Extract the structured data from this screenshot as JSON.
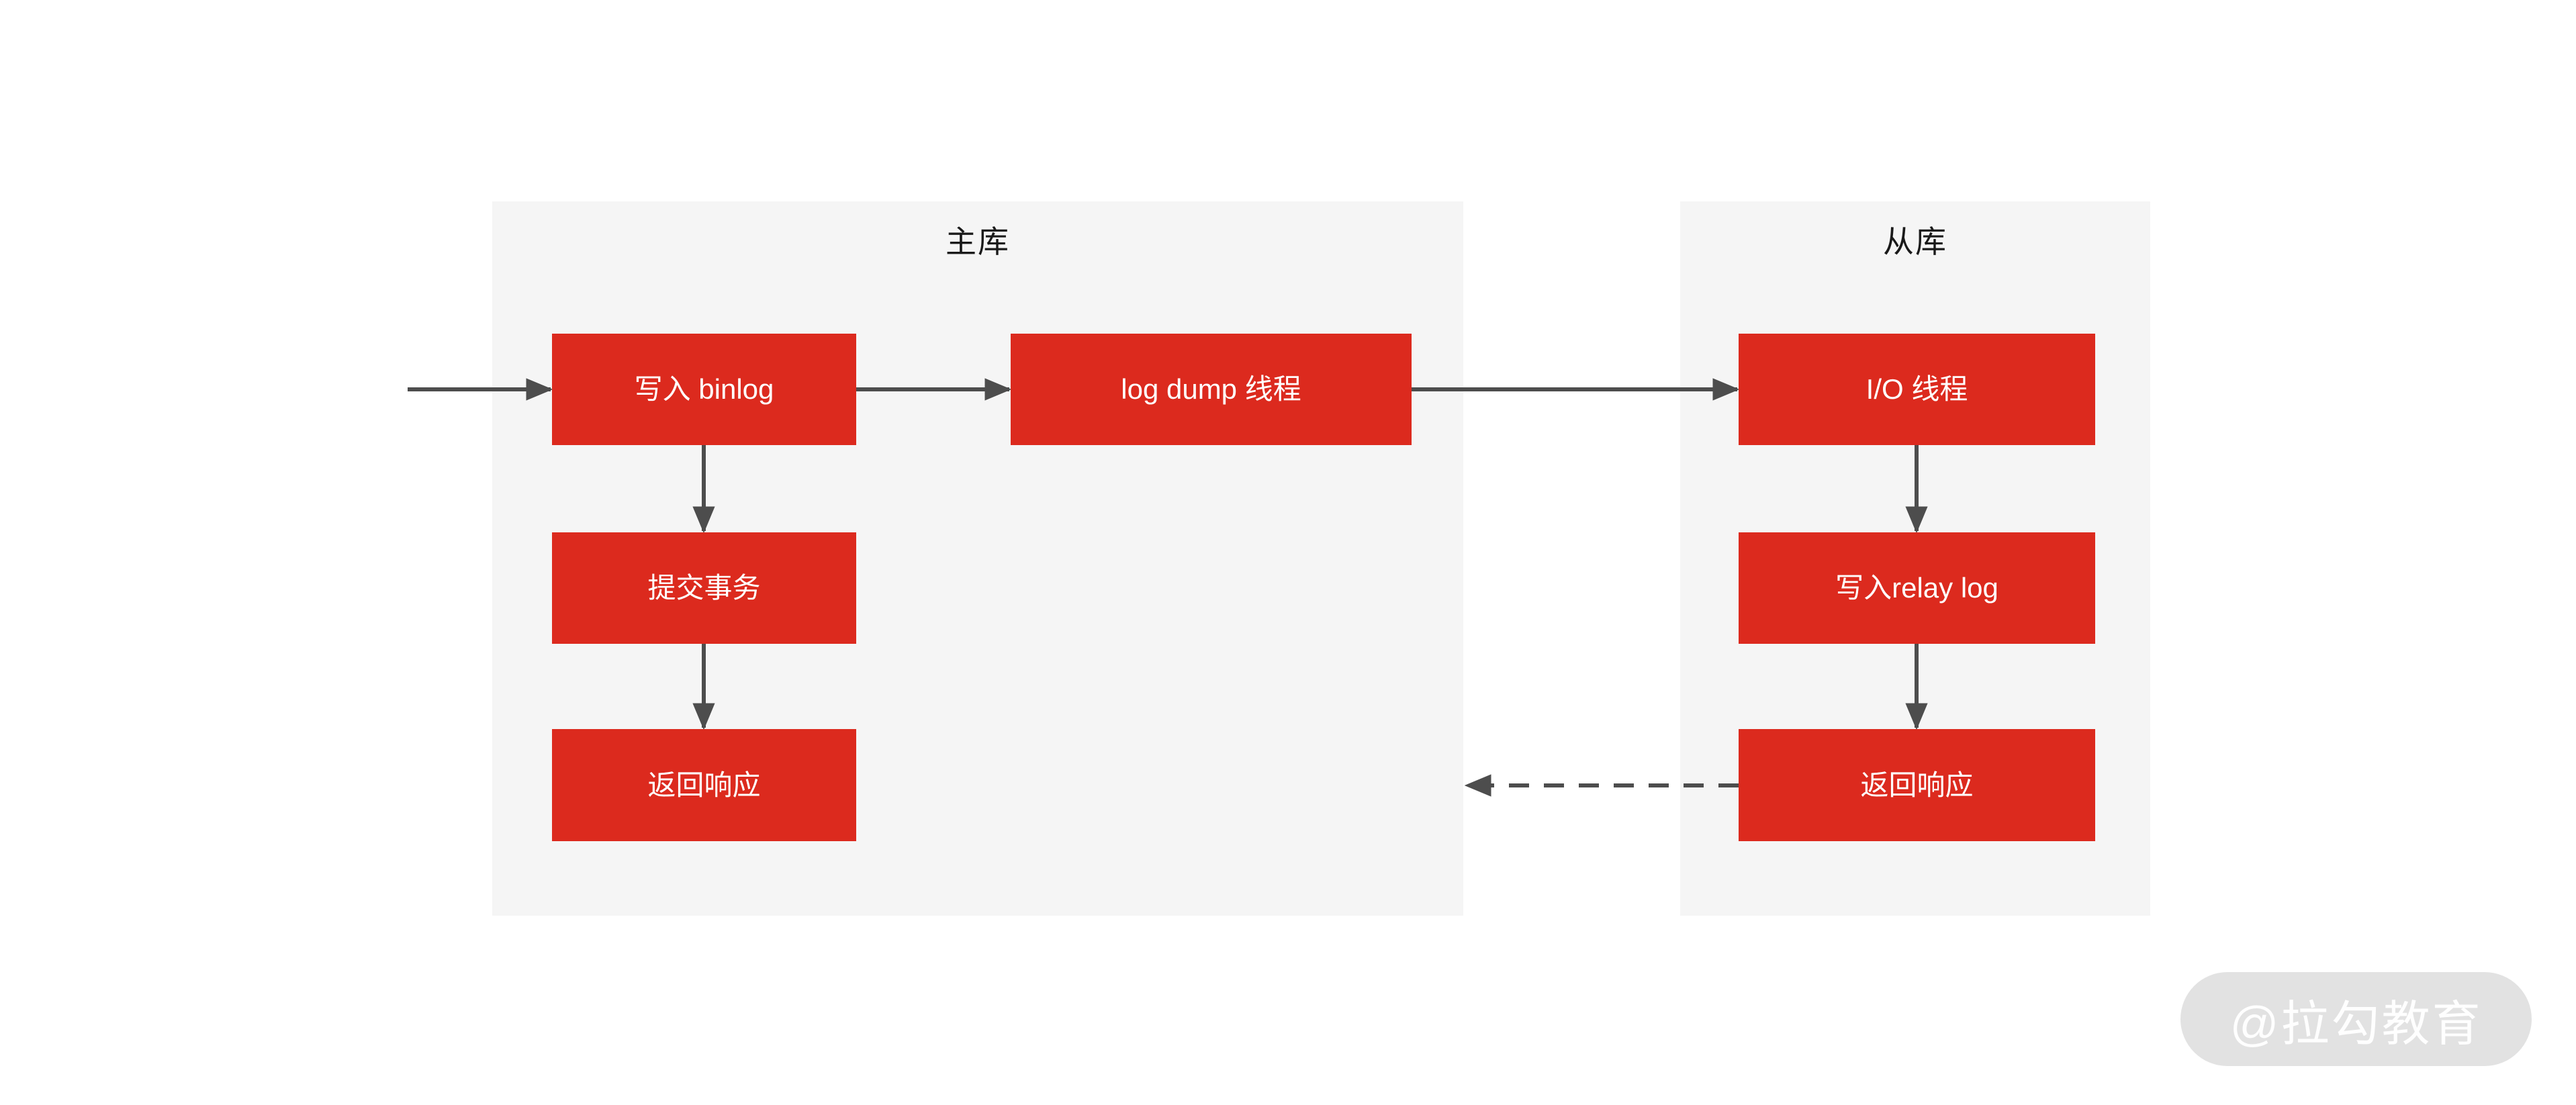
{
  "diagram": {
    "panels": {
      "master": {
        "title": "主库"
      },
      "slave": {
        "title": "从库"
      }
    },
    "nodes": {
      "write_binlog": "写入 binlog",
      "log_dump_thread": "log dump 线程",
      "commit_transaction": "提交事务",
      "master_return_response": "返回响应",
      "io_thread": "I/O 线程",
      "write_relay_log": "写入relay log",
      "slave_return_response": "返回响应"
    },
    "watermark": "@拉勾教育",
    "colors": {
      "node_red": "#DC2A1E",
      "panel_gray": "#F5F5F5",
      "arrow_gray": "#4D4D4D",
      "watermark_bg": "#E2E2E2",
      "title_black": "#1A1A1A"
    }
  }
}
